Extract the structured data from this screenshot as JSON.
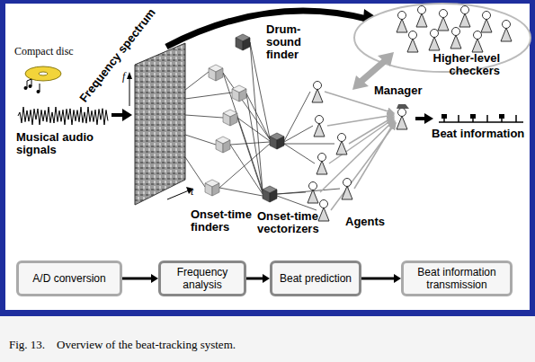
{
  "diagram": {
    "caption": "Fig. 13.    Overview of the beat-tracking system.",
    "nodes": [
      {
        "text": [
          "A/D conversion"
        ]
      },
      {
        "text": [
          "Frequency analysis"
        ]
      },
      {
        "text": [
          "Beat prediction"
        ]
      },
      {
        "text": [
          "Beat information transmission"
        ]
      }
    ],
    "edges": [
      {
        "from": 0,
        "to": 1,
        "arrow": "to"
      },
      {
        "from": 1,
        "to": 2,
        "arrow": "to"
      },
      {
        "from": 2,
        "to": 3,
        "arrow": "to"
      }
    ],
    "labels": [
      "Compact disc",
      "Musical audio signals",
      "Frequency spectrum",
      "f",
      "t",
      "Drum-sound finder",
      "Higher-level checkers",
      "Manager",
      "Beat information",
      "Onset-time finders",
      "Onset-time vectorizers",
      "Agents"
    ]
  }
}
